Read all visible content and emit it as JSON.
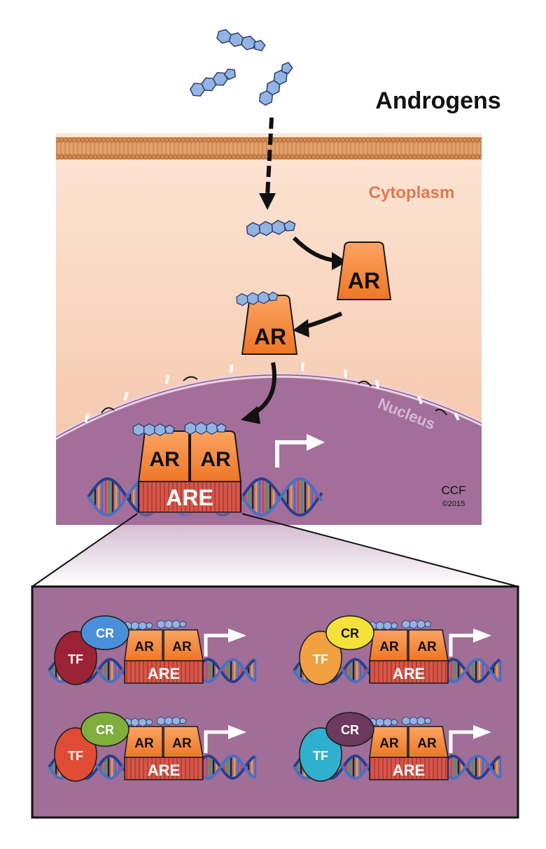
{
  "labels": {
    "androgens": "Androgens",
    "cytoplasm": "Cytoplasm",
    "nucleus": "Nucleus",
    "ar": "AR",
    "are": "ARE",
    "cr": "CR",
    "tf": "TF",
    "credit": "CCF",
    "copyright": "©2015"
  },
  "colors": {
    "cytoplasm_top": "#fbdcc8",
    "cytoplasm_bottom": "#f4c4aa",
    "nucleus": "#a36f9a",
    "nucleus_label": "#d9b6d4",
    "cytoplasm_label": "#e07a50",
    "ar_orange": "#f58634",
    "ar_dark": "#c85a17",
    "are_red": "#d6564a",
    "steroid": "#93b3e0",
    "inset_bg": "#a06e97",
    "dna_strand": "#2a3f8f"
  },
  "complexes": [
    {
      "tf_color": "#9b2335",
      "cr_color": "#4a90d9"
    },
    {
      "tf_color": "#f0a040",
      "cr_color": "#f4e23a"
    },
    {
      "tf_color": "#e04b35",
      "cr_color": "#7fae3c"
    },
    {
      "tf_color": "#30b0cf",
      "cr_color": "#6b3a5e"
    }
  ]
}
